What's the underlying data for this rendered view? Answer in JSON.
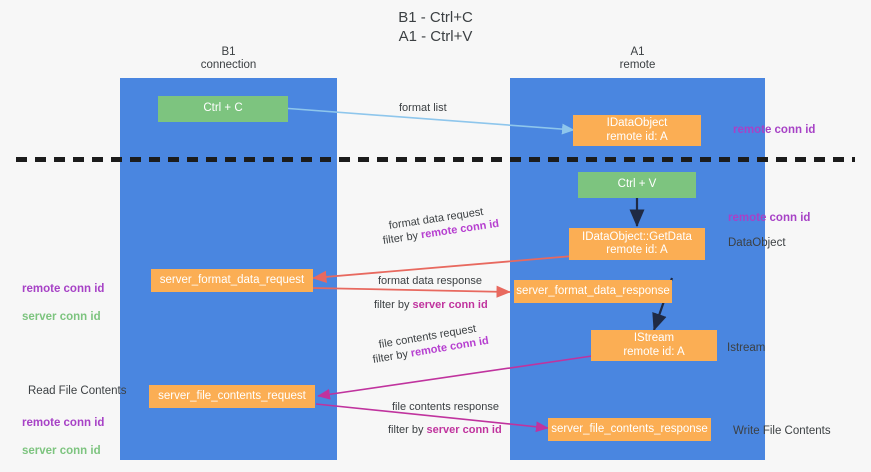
{
  "diagram": {
    "title": "B1 - Ctrl+C\nA1 - Ctrl+V",
    "columns": [
      {
        "id": "b1",
        "label": "B1\nconnection"
      },
      {
        "id": "a1",
        "label": "A1\nremote"
      }
    ],
    "nodes": [
      {
        "id": "ctrl-c",
        "label": "Ctrl + C",
        "color": "green"
      },
      {
        "id": "idataobject",
        "label": "IDataObject\nremote id: A",
        "color": "orange"
      },
      {
        "id": "ctrl-v",
        "label": "Ctrl + V",
        "color": "green"
      },
      {
        "id": "getdata",
        "label": "IDataObject::GetData\nremote id: A",
        "color": "orange"
      },
      {
        "id": "fmt-req",
        "label": "server_format_data_request",
        "color": "orange"
      },
      {
        "id": "fmt-resp",
        "label": "server_format_data_response",
        "color": "orange"
      },
      {
        "id": "istream",
        "label": "IStream\nremote id: A",
        "color": "orange"
      },
      {
        "id": "file-req",
        "label": "server_file_contents_request",
        "color": "orange"
      },
      {
        "id": "file-resp",
        "label": "server_file_contents_response",
        "color": "orange"
      }
    ],
    "edges": [
      {
        "id": "format-list",
        "caption": "format list"
      },
      {
        "id": "format-data-req",
        "caption": "format data request",
        "filter_prefix": "filter by ",
        "filter_key": "remote conn id"
      },
      {
        "id": "format-data-resp",
        "caption": "format data response",
        "filter_prefix": "filter by ",
        "filter_key": "server conn id"
      },
      {
        "id": "file-contents-req",
        "caption": "file contents request",
        "filter_prefix": "filter by ",
        "filter_key": "remote conn id"
      },
      {
        "id": "file-contents-resp",
        "caption": "file contents response",
        "filter_prefix": "filter by ",
        "filter_key": "server conn id"
      }
    ],
    "annotations": {
      "right_remote_top": "remote conn id",
      "right_remote_mid": "remote conn id",
      "right_dataobject": "DataObject",
      "right_istream": "Istream",
      "right_write_file": "Write File Contents",
      "left_read_file": "Read File Contents",
      "left_pair_remote": "remote conn id",
      "left_pair_server": "server conn id"
    },
    "colors": {
      "lane": "#4a86e0",
      "green_node": "#7dc47f",
      "orange_node": "#fbae54",
      "purple_text": "#a742c6",
      "green_text": "#7dc47f",
      "magenta_arrow": "#c0339e",
      "red_arrow": "#e8695f",
      "blue_arrow": "#8ec6ec",
      "dark_arrow": "#1f2a44",
      "background": "#f7f7f7"
    }
  }
}
